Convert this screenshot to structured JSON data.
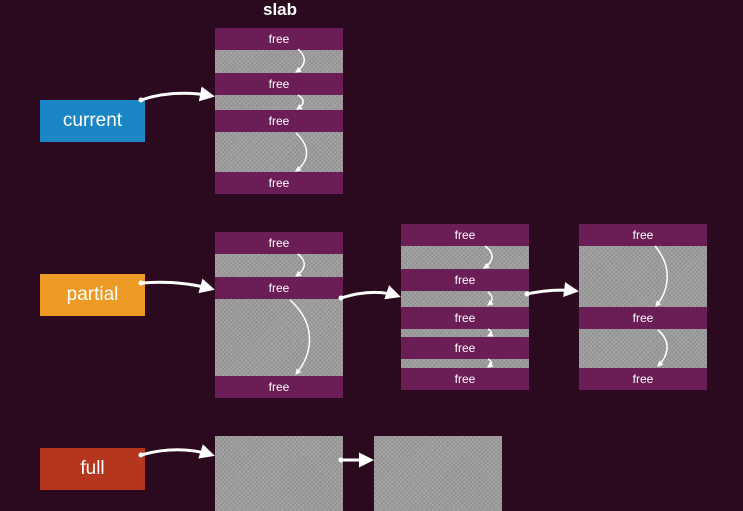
{
  "title": "slab",
  "free_label": "free",
  "labels": {
    "current": "current",
    "partial": "partial",
    "full": "full"
  },
  "colors": {
    "background": "#2b0a1f",
    "current": "#1a86c5",
    "partial": "#ec9a25",
    "full": "#b5361e",
    "free_block": "#6b1d55",
    "slab": "#9a9a9a",
    "arrow": "#ffffff"
  }
}
